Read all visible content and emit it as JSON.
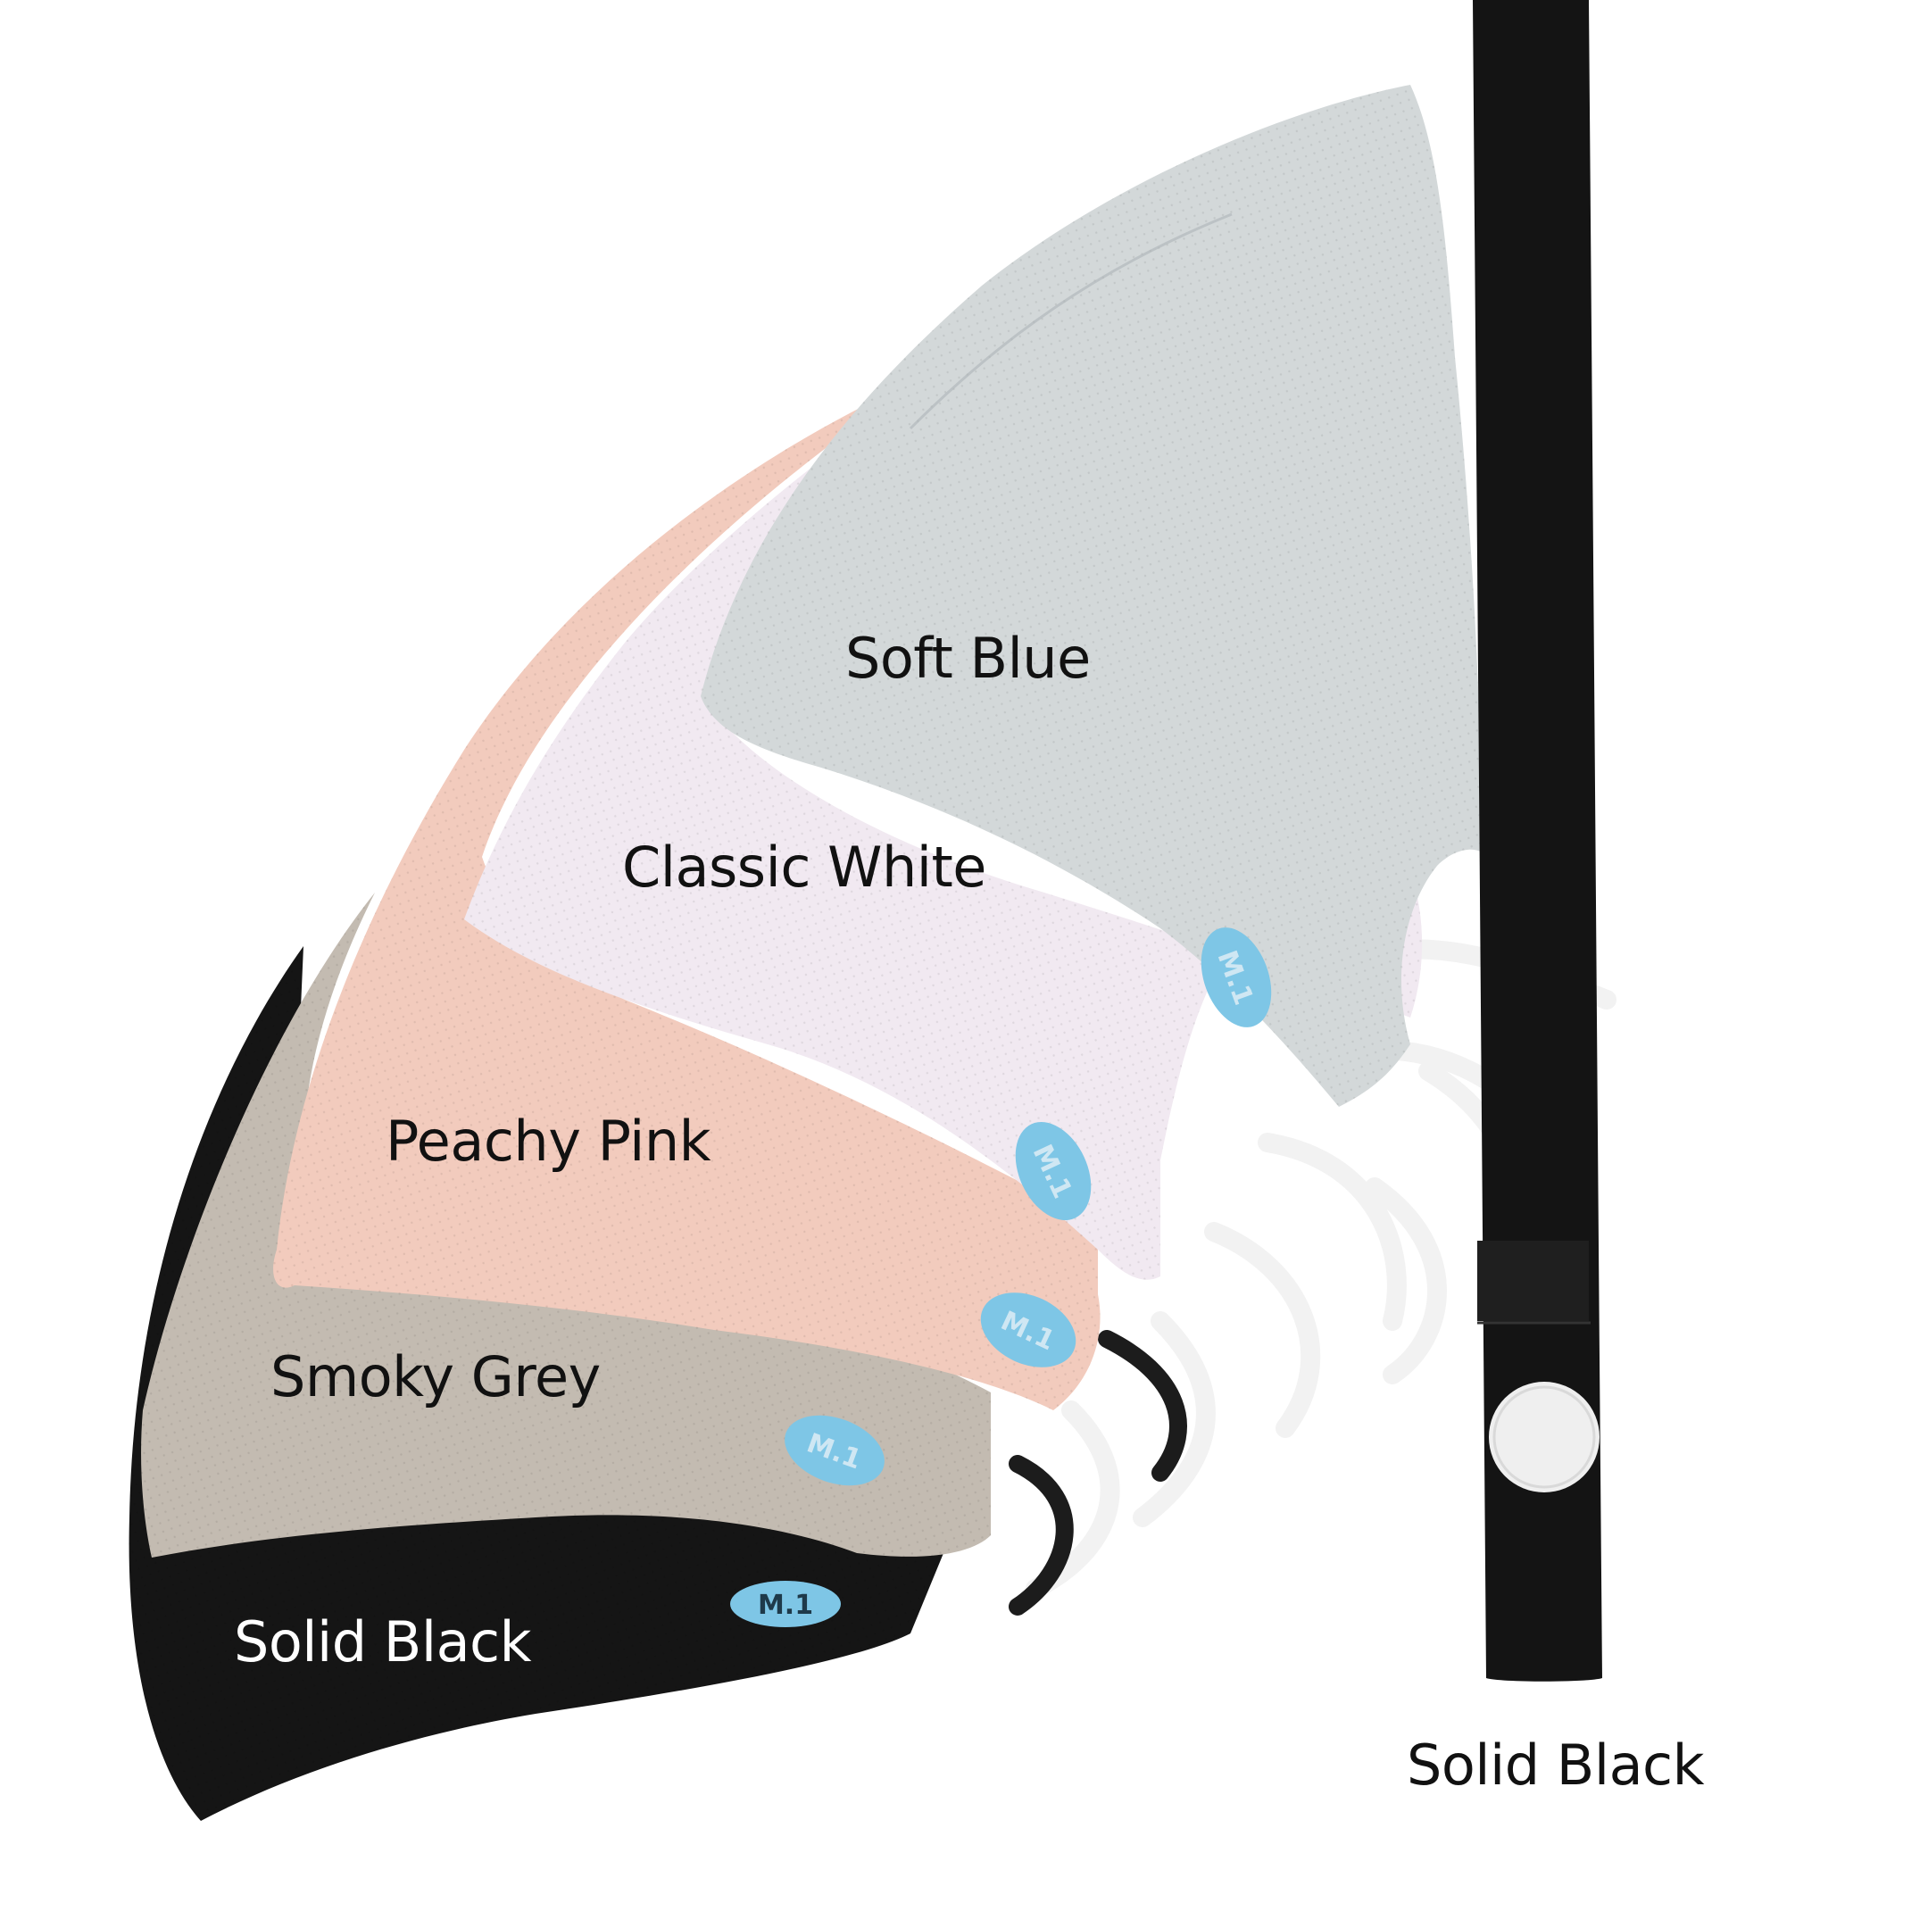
{
  "labels": {
    "soft_blue": "Soft Blue",
    "classic_white": "Classic White",
    "peachy_pink": "Peachy Pink",
    "smoky_grey": "Smoky Grey",
    "solid_black_mask": "Solid Black",
    "solid_black_strap": "Solid Black"
  },
  "badge_text": "M.1",
  "colors": {
    "soft_blue": "#d3d8d9",
    "classic_white": "#f1e9f1",
    "peachy_pink": "#f2cbbd",
    "smoky_grey": "#c3bbb1",
    "solid_black": "#151515",
    "badge": "#7ec6e6",
    "strap": "#141414"
  }
}
